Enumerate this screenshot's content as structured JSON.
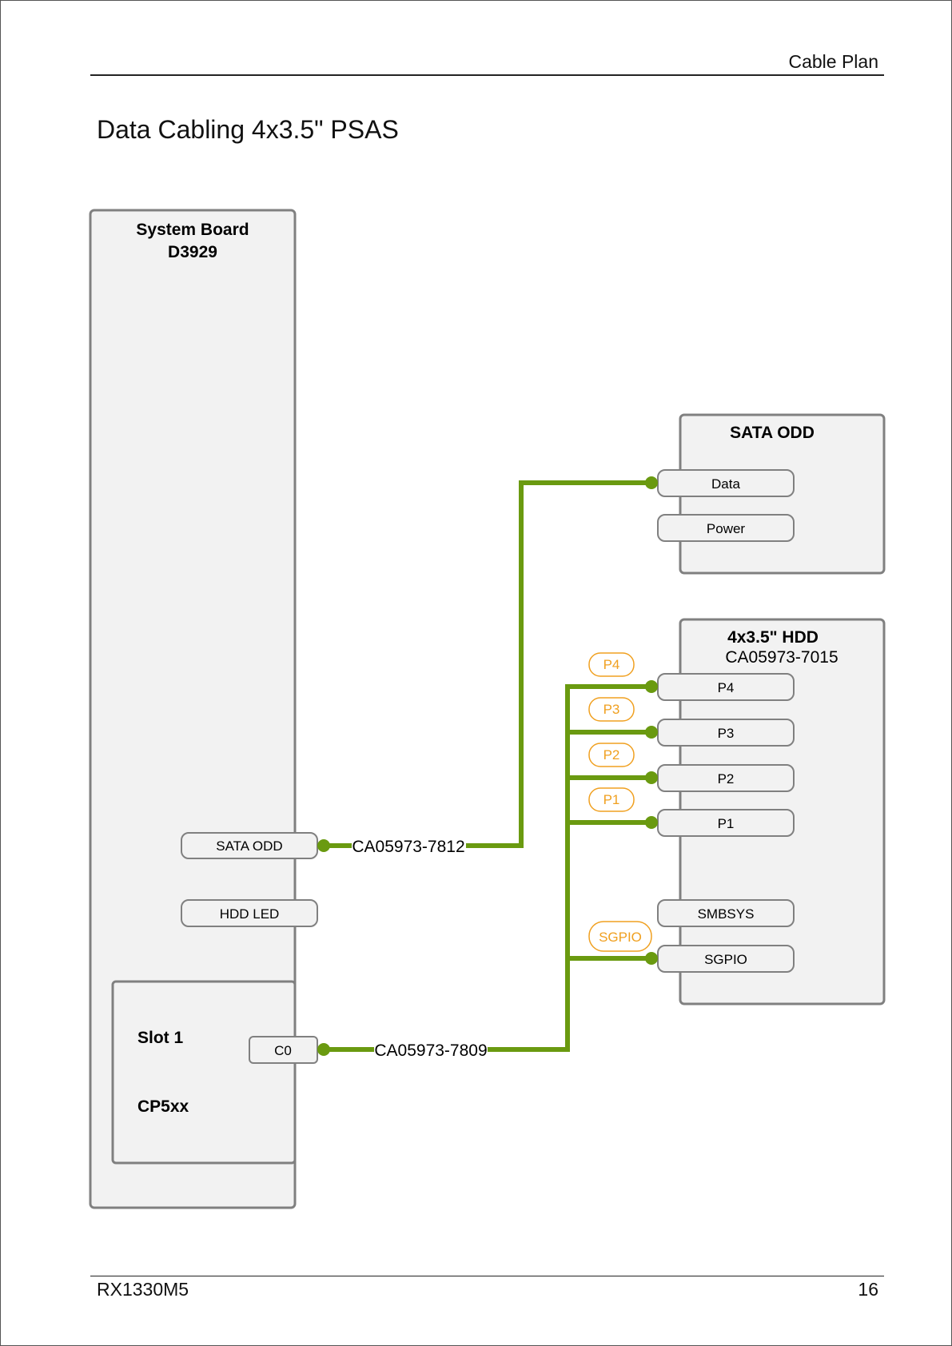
{
  "header": {
    "section_title": "Cable Plan"
  },
  "page_heading": "Data Cabling 4x3.5\" PSAS",
  "footer": {
    "model": "RX1330M5",
    "page_number": "16"
  },
  "colors": {
    "cable": "#6a9a10",
    "label": "#f0a020",
    "box_fill": "#f2f2f2",
    "box_stroke": "#808080"
  },
  "diagram": {
    "system_board": {
      "title": "System Board",
      "subtitle": "D3929"
    },
    "board_connectors": {
      "sata_odd": "SATA ODD",
      "hdd_led": "HDD LED"
    },
    "slot": {
      "title": "Slot 1",
      "subtitle": "CP5xx",
      "connector": "C0"
    },
    "sata_odd_device": {
      "title": "SATA ODD",
      "ports": {
        "data": "Data",
        "power": "Power"
      }
    },
    "hdd_backplane": {
      "title": "4x3.5\" HDD",
      "subtitle": "CA05973-7015",
      "ports": {
        "p4": "P4",
        "p3": "P3",
        "p2": "P2",
        "p1": "P1",
        "smbsys": "SMBSYS",
        "sgpio": "SGPIO"
      }
    },
    "cables": {
      "odd_cable": "CA05973-7812",
      "hdd_cable": "CA05973-7809"
    },
    "cable_end_labels": {
      "p4": "P4",
      "p3": "P3",
      "p2": "P2",
      "p1": "P1",
      "sgpio": "SGPIO"
    }
  }
}
